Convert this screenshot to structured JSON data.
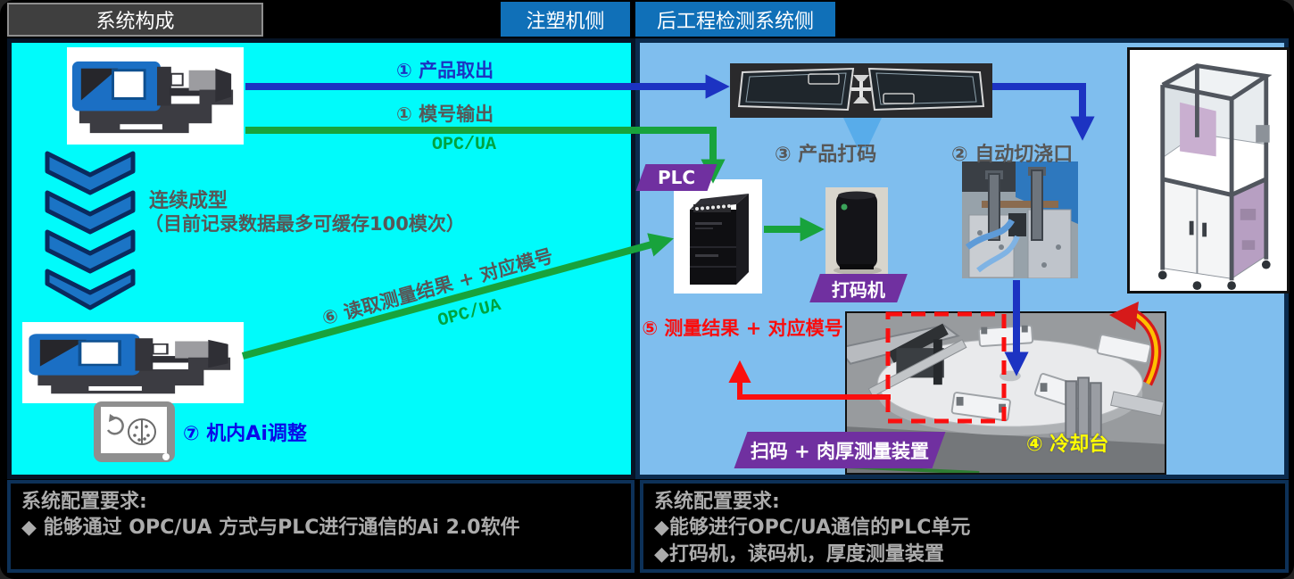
{
  "header": {
    "system_composition": "系统构成",
    "injection_side": "注塑机侧",
    "post_process_side": "后工程检测系统侧"
  },
  "left_panel": {
    "arrow1_product_label": "① 产品取出",
    "arrow1_mold_label": "① 模号输出",
    "opcua_top": "OPC/UA",
    "continuous_molding_title": "连续成型",
    "continuous_molding_note": "（目前记录数据最多可缓存100模次）",
    "arrow6_label": "⑥ 读取测量结果 + 对应模号",
    "opcua_diag": "OPC/UA",
    "ai_adjust_label": "⑦ 机内Ai调整"
  },
  "right_panel": {
    "plc_label": "PLC",
    "product_marking_label": "③ 产品打码",
    "auto_gate_cut_label": "② 自动切浇口",
    "marker_machine_label": "打码机",
    "measure_result_label": "⑤ 测量结果 + 对应模号",
    "scan_measure_label": "扫码 + 肉厚测量装置",
    "cooling_table_label": "④ 冷却台"
  },
  "bottom_left": {
    "title": "系统配置要求:",
    "item1": "◆ 能够通过 OPC/UA 方式与PLC进行通信的Ai 2.0软件"
  },
  "bottom_right": {
    "title": "系统配置要求:",
    "item1": "◆能够进行OPC/UA通信的PLC单元",
    "item2": "◆打码机，读码机，厚度测量装置"
  },
  "colors": {
    "left_panel_bg": "#00FBFB",
    "right_panel_bg": "#7FBEEE",
    "header_blue": "#1070B8",
    "header_gray": "#3F3F3F",
    "purple_label": "#7030A0",
    "arrow_blue": "#1C33C2",
    "arrow_green": "#18A33C",
    "arrow_red": "#FA0F0F",
    "label_gray": "#575757",
    "cooling_label_yellow": "#FFFF00",
    "ai_label_blue": "#0A0AE8",
    "opcua_green": "#00A33F",
    "bottom_text_gray": "#ACACAC"
  }
}
